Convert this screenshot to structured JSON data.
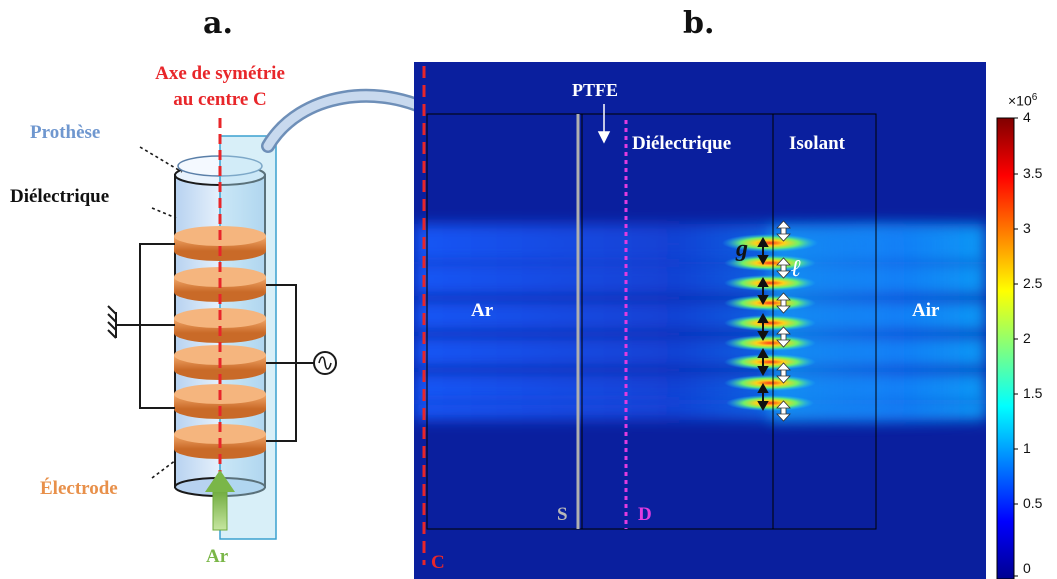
{
  "panels": {
    "a": "a.",
    "b": "b."
  },
  "left": {
    "axis_label_line1": "Axe de symétrie",
    "axis_label_line2": "au centre C",
    "prothese": "Prothèse",
    "dielectrique": "Diélectrique",
    "electrode": "Électrode",
    "ar_inlet": "Ar"
  },
  "right": {
    "ptfe": "PTFE",
    "dielectrique": "Diélectrique",
    "isolant": "Isolant",
    "ar": "Ar",
    "air": "Air",
    "g": "g",
    "l": "ℓ",
    "s": "S",
    "d": "D",
    "c": "C"
  },
  "colorbar": {
    "multiplier": "×10",
    "exponent": "6",
    "ticks": [
      "4",
      "3.5",
      "3",
      "2.5",
      "2",
      "1.5",
      "1",
      "0.5",
      "0"
    ],
    "range": [
      0,
      4
    ]
  },
  "colors": {
    "axis_red": "#e8262a",
    "prothese_blue": "#6f97cf",
    "electrode_orange": "#e8904a",
    "ar_green": "#7ab648",
    "dielectric_magenta": "#e23ce0",
    "field_dark_blue": "#0a1f9e"
  }
}
